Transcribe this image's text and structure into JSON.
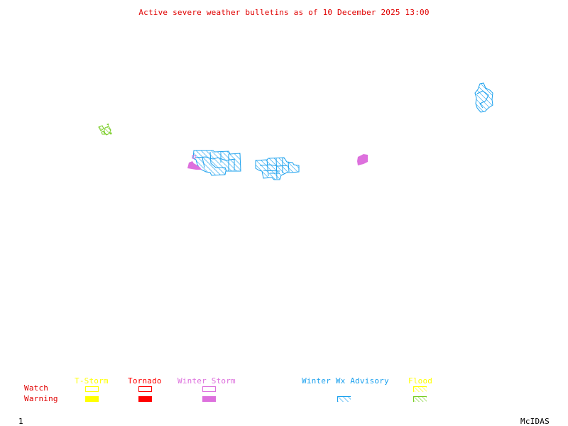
{
  "title": "Active severe weather bulletins as of 10 December 2025 13:00",
  "frame_number": "1",
  "brand": "McIDAS",
  "colors": {
    "title": "#e00000",
    "tstorm": "#ffff00",
    "tornado": "#ff0000",
    "winter_storm": "#dd70dd",
    "winter_wx_advisory": "#1aa0ee",
    "flood_watch": "#ffff00",
    "flood_warning": "#77cc22"
  },
  "legend": {
    "row_labels": {
      "watch": "Watch",
      "warning": "Warning"
    },
    "columns": [
      {
        "label": "T-Storm",
        "watch": "outline",
        "warning": "solid"
      },
      {
        "label": "Tornado",
        "watch": "outline",
        "warning": "solid"
      },
      {
        "label": "Winter Storm",
        "watch": "outline",
        "warning": "solid"
      },
      {
        "label": "Winter Wx Advisory",
        "watch": "none",
        "warning": "hatched"
      },
      {
        "label": "Flood",
        "watch": "hatched",
        "warning": "hatched"
      }
    ]
  },
  "areas": [
    {
      "type": "Winter Wx Advisory",
      "region": "northeast"
    },
    {
      "type": "Flood Warning",
      "region": "west"
    },
    {
      "type": "Winter Wx Advisory",
      "region": "north-central"
    },
    {
      "type": "Winter Storm Warning",
      "region": "north-central"
    },
    {
      "type": "Winter Wx Advisory",
      "region": "central"
    },
    {
      "type": "Winter Storm Warning",
      "region": "great-lakes"
    }
  ]
}
